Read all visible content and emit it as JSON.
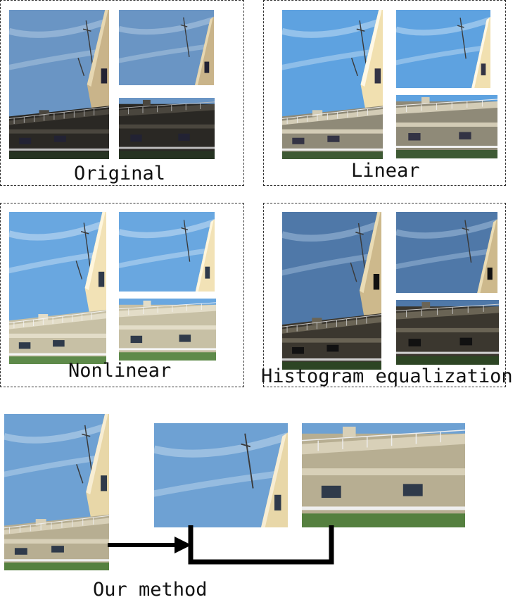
{
  "panels": [
    {
      "id": "original",
      "label": "Original"
    },
    {
      "id": "linear",
      "label": "Linear"
    },
    {
      "id": "nonlinear",
      "label": "Nonlinear"
    },
    {
      "id": "histeq",
      "label": "Histogram equalization"
    }
  ],
  "bottom": {
    "label": "Our method"
  }
}
